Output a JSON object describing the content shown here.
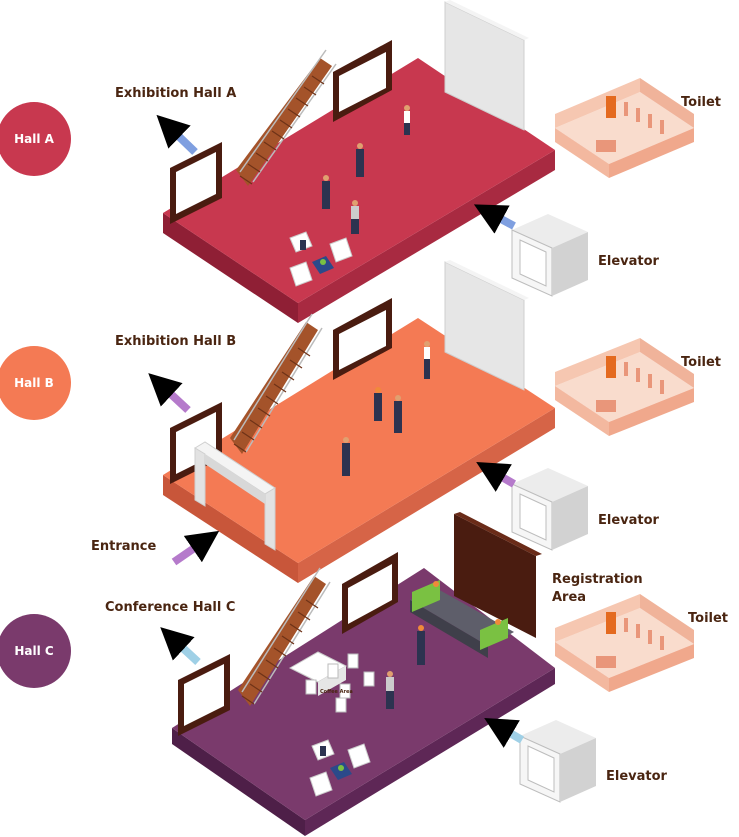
{
  "badges": {
    "hall_a": "Hall A",
    "hall_b": "Hall B",
    "hall_c": "Hall C"
  },
  "labels": {
    "exhibition_hall_a": "Exhibition Hall A",
    "exhibition_hall_b": "Exhibition Hall B",
    "conference_hall_c": "Conference Hall C",
    "entrance": "Entrance",
    "registration_area_line1": "Registration",
    "registration_area_line2": "Area",
    "coffee_area": "Coffee Area",
    "toilet_a": "Toilet",
    "toilet_b": "Toilet",
    "toilet_c": "Toilet",
    "elevator_a": "Elevator",
    "elevator_b": "Elevator",
    "elevator_c": "Elevator"
  },
  "colors": {
    "hall_a_floor": "#c8384f",
    "hall_a_side": "#8f1f35",
    "hall_b_floor": "#f47a54",
    "hall_b_side": "#c8563a",
    "hall_c_floor": "#7a3a6c",
    "hall_c_side": "#4e1f48",
    "badge_a": "#c8384f",
    "badge_b": "#f47a54",
    "badge_c": "#7a3a6c",
    "arrow_blue": "#7f9fe0",
    "arrow_purple": "#b57acb",
    "arrow_lightblue": "#9fd0e6",
    "label_text": "#4a2511",
    "toilet": "#f6c7b1",
    "door": "#4a1c10"
  }
}
